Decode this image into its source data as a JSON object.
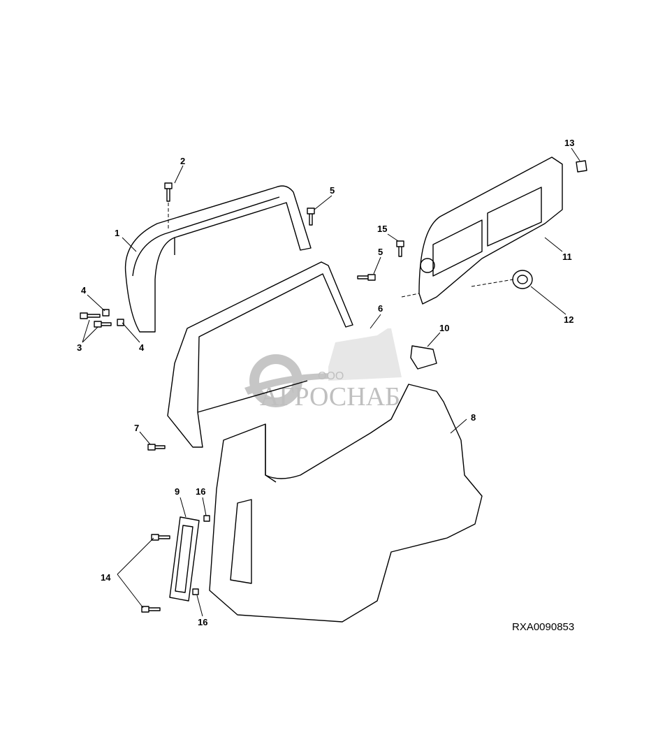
{
  "diagram": {
    "reference_code": "RXA0090853",
    "callouts": [
      "1",
      "2",
      "3",
      "4",
      "4",
      "5",
      "5",
      "6",
      "7",
      "8",
      "9",
      "10",
      "11",
      "12",
      "13",
      "14",
      "15",
      "16",
      "16"
    ]
  },
  "watermark": {
    "prefix": "ООО",
    "brand": "АГРОСНАБ"
  }
}
